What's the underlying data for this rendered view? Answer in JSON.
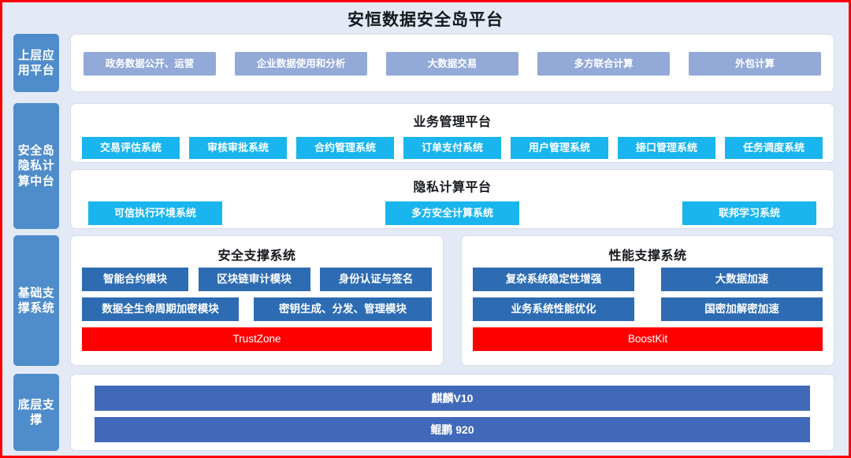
{
  "page": {
    "title": "安恒数据安全岛平台",
    "colors": {
      "background": "#e3eaf5",
      "frame_border": "#fb0000",
      "sidebar": "#4f8ccb",
      "app_pill": "#93a9d8",
      "cyan_pill": "#18b5ee",
      "navy_pill": "#2d6cb3",
      "red_pill": "#fe0000",
      "base_pill": "#4069b9",
      "card": "#ffffff"
    }
  },
  "sidebar": {
    "items": [
      {
        "id": "upper-application-platform",
        "label": "上层应用平台"
      },
      {
        "id": "security-island-privacy-computing-midplatform",
        "label": "安全岛隐私计算中台"
      },
      {
        "id": "foundation-support-system",
        "label": "基础支撑系统"
      },
      {
        "id": "bottom-layer-support",
        "label": "底层支撑"
      }
    ]
  },
  "application_platform": {
    "items": [
      {
        "label": "政务数据公开、运营"
      },
      {
        "label": "企业数据使用和分析"
      },
      {
        "label": "大数据交易"
      },
      {
        "label": "多方联合计算"
      },
      {
        "label": "外包计算"
      }
    ]
  },
  "business_platform": {
    "title": "业务管理平台",
    "items": [
      {
        "label": "交易评估系统"
      },
      {
        "label": "审核审批系统"
      },
      {
        "label": "合约管理系统"
      },
      {
        "label": "订单支付系统"
      },
      {
        "label": "用户管理系统"
      },
      {
        "label": "接口管理系统"
      },
      {
        "label": "任务调度系统"
      }
    ]
  },
  "privacy_platform": {
    "title": "隐私计算平台",
    "items": [
      {
        "label": "可信执行环境系统"
      },
      {
        "label": "多方安全计算系统"
      },
      {
        "label": "联邦学习系统"
      }
    ]
  },
  "security_support": {
    "title": "安全支撑系统",
    "row1": [
      {
        "label": "智能合约模块"
      },
      {
        "label": "区块链审计模块"
      },
      {
        "label": "身份认证与签名"
      }
    ],
    "row2": [
      {
        "label": "数据全生命周期加密模块"
      },
      {
        "label": "密钥生成、分发、管理模块"
      }
    ],
    "footer": {
      "label": "TrustZone"
    }
  },
  "performance_support": {
    "title": "性能支撑系统",
    "row1": [
      {
        "label": "复杂系统稳定性增强"
      },
      {
        "label": "大数据加速"
      }
    ],
    "row2": [
      {
        "label": "业务系统性能优化"
      },
      {
        "label": "国密加解密加速"
      }
    ],
    "footer": {
      "label": "BoostKit"
    }
  },
  "base_layer": {
    "items": [
      {
        "name": "麒麟",
        "version": "V10",
        "label": "麒麟V10"
      },
      {
        "name": "鲲鹏",
        "version": "920",
        "label": "鲲鹏 920"
      }
    ]
  }
}
